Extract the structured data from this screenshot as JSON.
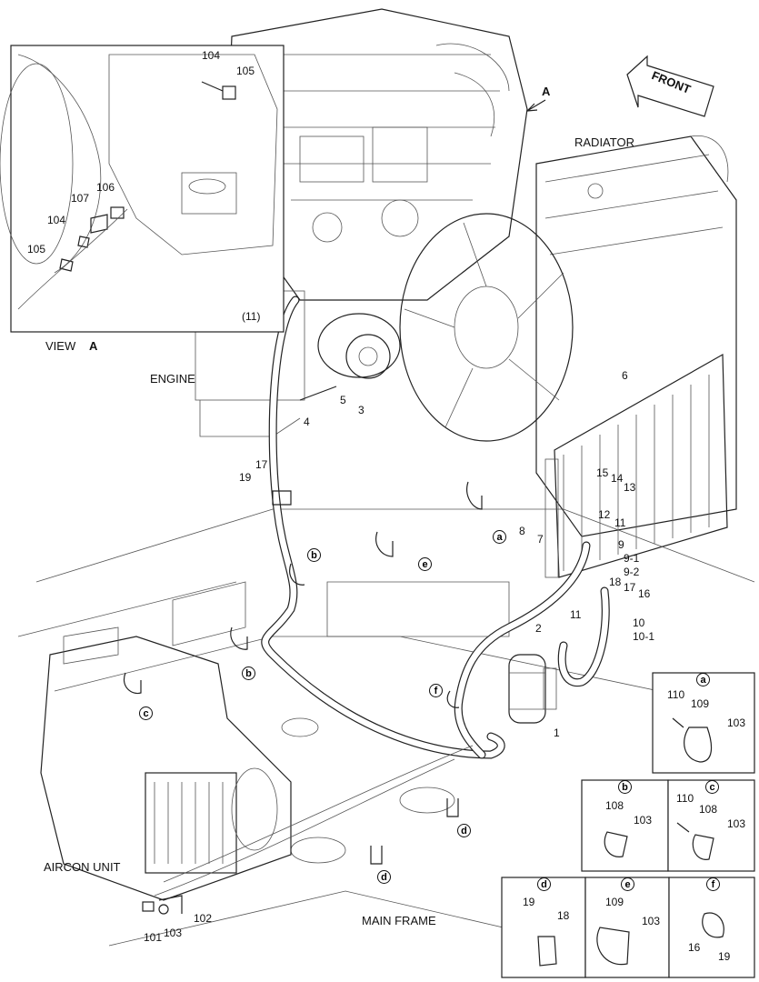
{
  "labels": {
    "view": "VIEW",
    "view_letter": "A",
    "arrow_a": "A",
    "front": "FRONT",
    "radiator": "RADIATOR",
    "engine": "ENGINE",
    "aircon_unit": "AIRCON UNIT",
    "main_frame": "MAIN FRAME"
  },
  "inset_parts": [
    "104",
    "105",
    "106",
    "107",
    "104",
    "105"
  ],
  "parts": {
    "p1": "1",
    "p2": "2",
    "p3": "3",
    "p4": "4",
    "p5": "5",
    "p6": "6",
    "p7": "7",
    "p8": "8",
    "p9": "9",
    "p9_1": "9-1",
    "p9_2": "9-2",
    "p10": "10",
    "p10_1": "10-1",
    "p11a": "(11)",
    "p11b": "11",
    "p11c": "11",
    "p12": "12",
    "p13": "13",
    "p14": "14",
    "p15": "15",
    "p16": "16",
    "p17a": "17",
    "p17b": "17",
    "p18": "18",
    "p19": "19",
    "p101": "101",
    "p102": "102",
    "p103": "103"
  },
  "callouts": {
    "a": "a",
    "b": "b",
    "c": "c",
    "d": "d",
    "e": "e",
    "f": "f"
  },
  "detail_a": {
    "letter": "a",
    "parts": [
      "110",
      "109",
      "103"
    ]
  },
  "detail_b": {
    "letter": "b",
    "parts": [
      "108",
      "103"
    ]
  },
  "detail_c": {
    "letter": "c",
    "parts": [
      "110",
      "108",
      "103"
    ]
  },
  "detail_d": {
    "letter": "d",
    "parts": [
      "19",
      "18"
    ]
  },
  "detail_e": {
    "letter": "e",
    "parts": [
      "109",
      "103"
    ]
  },
  "detail_f": {
    "letter": "f",
    "parts": [
      "16",
      "19"
    ]
  }
}
